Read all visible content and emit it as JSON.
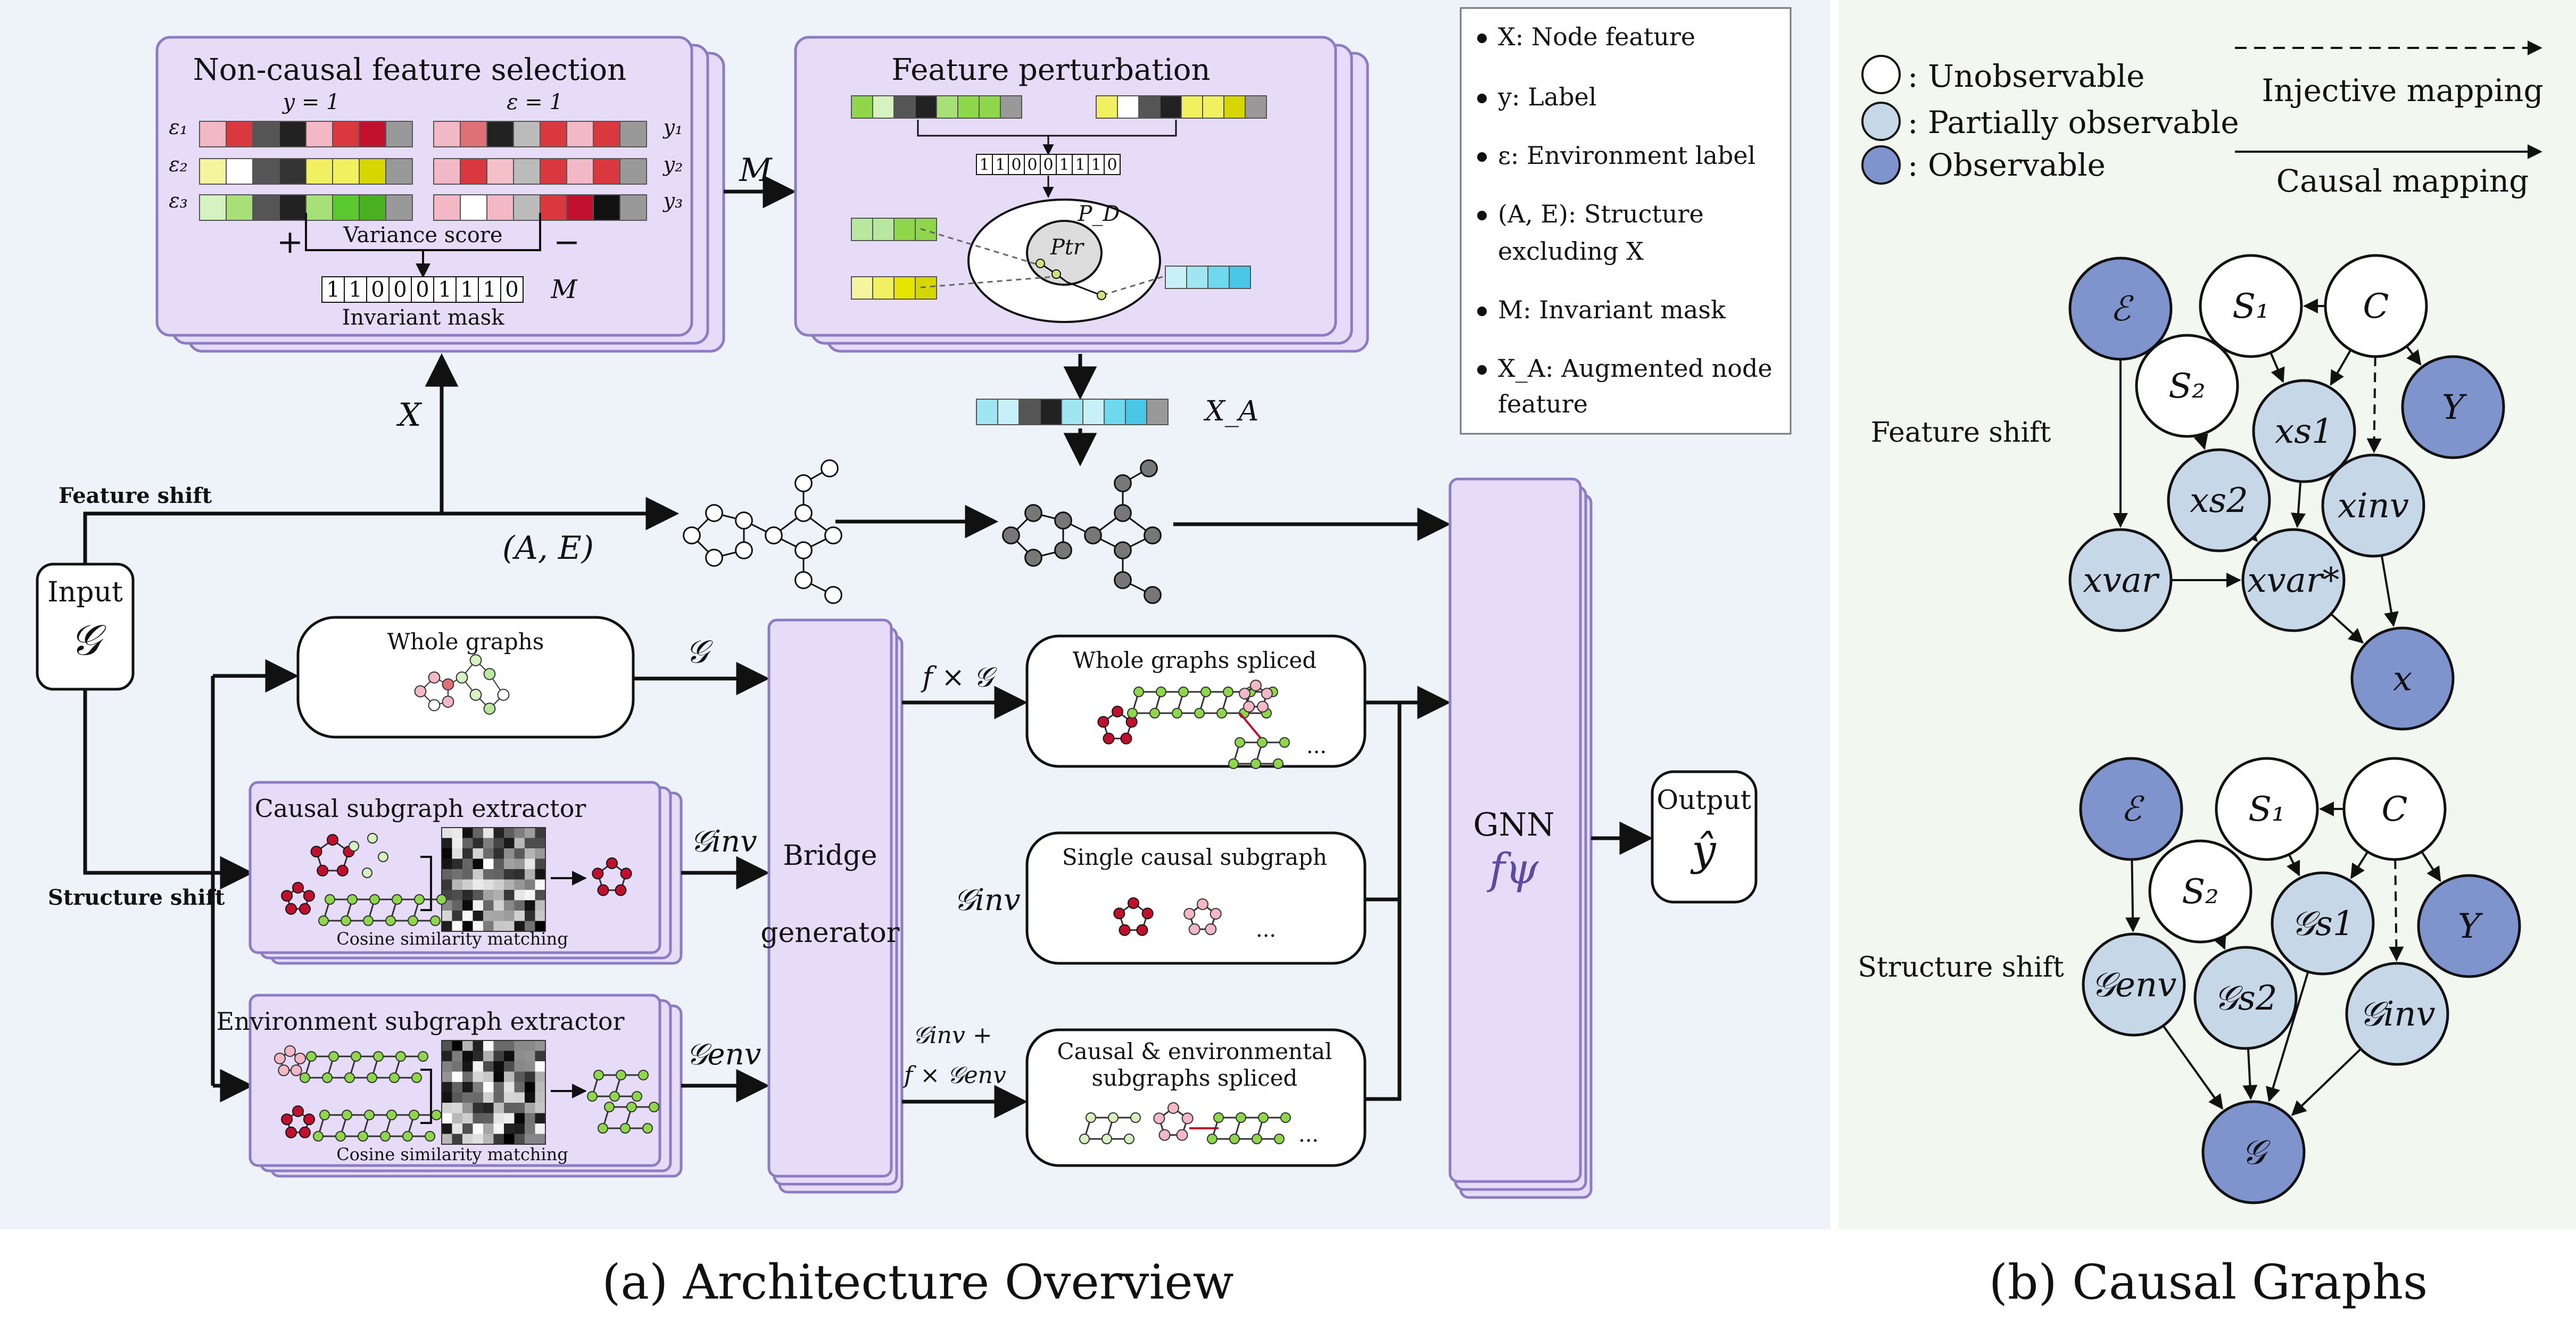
{
  "captions": {
    "left": "(a) Architecture Overview",
    "right": "(b) Causal Graphs"
  },
  "colors": {
    "panel_left_bg": "#eef2f9",
    "panel_right_bg": "#f2f7f0",
    "module_fill": "#e6dcf8",
    "module_stroke": "#8c7cc4",
    "node_observable": "#7f94cc",
    "node_partial": "#c6d8e8",
    "node_unobservable": "#ffffff"
  },
  "left": {
    "noncausal": {
      "title": "Non-causal feature selection",
      "y_label": "y = 1",
      "e_label": "ε = 1",
      "rows_left": [
        "ε₁",
        "ε₂",
        "ε₃"
      ],
      "rows_right": [
        "y₁",
        "y₂",
        "y₃"
      ],
      "variance": "Variance score",
      "plus": "+",
      "minus": "−",
      "mask_bits": [
        "1",
        "1",
        "0",
        "0",
        "0",
        "1",
        "1",
        "1",
        "0"
      ],
      "mask_label": "M",
      "invariant_mask": "Invariant mask"
    },
    "perturb": {
      "title": "Feature perturbation",
      "mask_bits": [
        "1",
        "1",
        "0",
        "0",
        "0",
        "1",
        "1",
        "1",
        "0"
      ],
      "pd_label": "P_D",
      "ptr_label": "Ptr"
    },
    "m_arrow": "M",
    "x_label": "X",
    "xa_label": "X_A",
    "feature_shift": "Feature shift",
    "structure_shift": "Structure shift",
    "ae_label": "(A, E)",
    "input_label": "Input",
    "input_sym": "𝒢",
    "whole_graphs": "Whole graphs",
    "g_arrow": "𝒢",
    "causal_extractor": "Causal subgraph extractor",
    "env_extractor": "Environment subgraph extractor",
    "cosine1": "Cosine similarity matching",
    "cosine2": "Cosine similarity matching",
    "g_inv_arrow": "𝒢inv",
    "g_env_arrow": "𝒢env",
    "bridge_line1": "Bridge",
    "bridge_line2": "generator",
    "fxg": "f × 𝒢",
    "g_inv_mid": "𝒢inv",
    "ginv_plus": "𝒢inv +",
    "fxgenv": "f × 𝒢env",
    "spliced1": "Whole graphs spliced",
    "single": "Single causal subgraph",
    "spliced2_l1": "Causal & environmental",
    "spliced2_l2": "subgraphs spliced",
    "dots": "...",
    "gnn": "GNN",
    "fpsi": "fψ",
    "output": "Output",
    "yhat": "ŷ"
  },
  "legend": {
    "items": [
      "X: Node feature",
      "y: Label",
      "ε: Environment label",
      "(A, E): Structure",
      "excluding X",
      "M: Invariant mask",
      "X_A: Augmented node",
      "feature"
    ]
  },
  "right": {
    "legend_unobs": ": Unobservable",
    "legend_partial": ": Partially observable",
    "legend_obs": ": Observable",
    "injective": "Injective mapping",
    "causal": "Causal mapping",
    "feature_shift": "Feature shift",
    "structure_shift": "Structure shift",
    "fs_nodes": {
      "E": "ℰ",
      "S1": "S₁",
      "C": "C",
      "S2": "S₂",
      "xs1": "xs1",
      "Y": "Y",
      "xs2": "xs2",
      "xinv": "xinv",
      "xvar": "xvar",
      "xvarstar": "xvar*",
      "x": "x"
    },
    "ss_nodes": {
      "E": "ℰ",
      "S1": "S₁",
      "C": "C",
      "S2": "S₂",
      "Gs1": "𝒢s1",
      "Y": "Y",
      "Genv": "𝒢env",
      "Gs2": "𝒢s2",
      "Ginv": "𝒢inv",
      "G": "𝒢"
    }
  }
}
